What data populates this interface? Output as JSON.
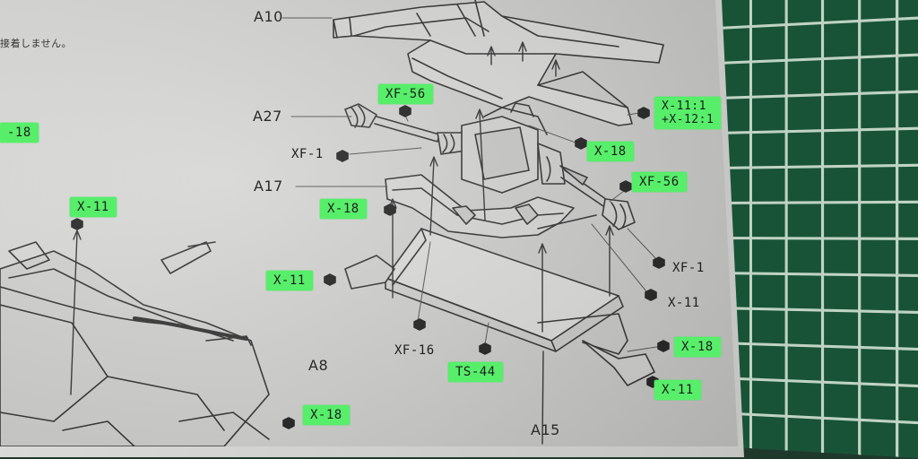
{
  "part_labels": {
    "a10": "A10",
    "a27": "A27",
    "a17": "A17",
    "a8": "A8",
    "a15": "A15"
  },
  "parts": {
    "xf56_top": "XF-56",
    "xf56_right": "XF-56",
    "xf1_left": "XF-1",
    "xf1_right": "XF-1",
    "xf16": "XF-16",
    "ts44": "TS-44",
    "x18_left_edge": "-18",
    "x18_mid_left": "X-18",
    "x18_right_upper": "X-18",
    "x18_right_lower": "X-18",
    "x18_bottom": "X-18",
    "x11_left": "X-11",
    "x11_mid": "X-11",
    "x11_right": "X-11",
    "x11_bottom_right": "X-11",
    "x11_mix_line1": "X-11:1",
    "x11_mix_line2": "+X-12:1"
  },
  "note_jp": "接着しません。",
  "colors": {
    "highlight": "#57ee6a",
    "paper": "#d6d6d4",
    "ink": "#2b2b2b",
    "mat_green": "#175437"
  }
}
